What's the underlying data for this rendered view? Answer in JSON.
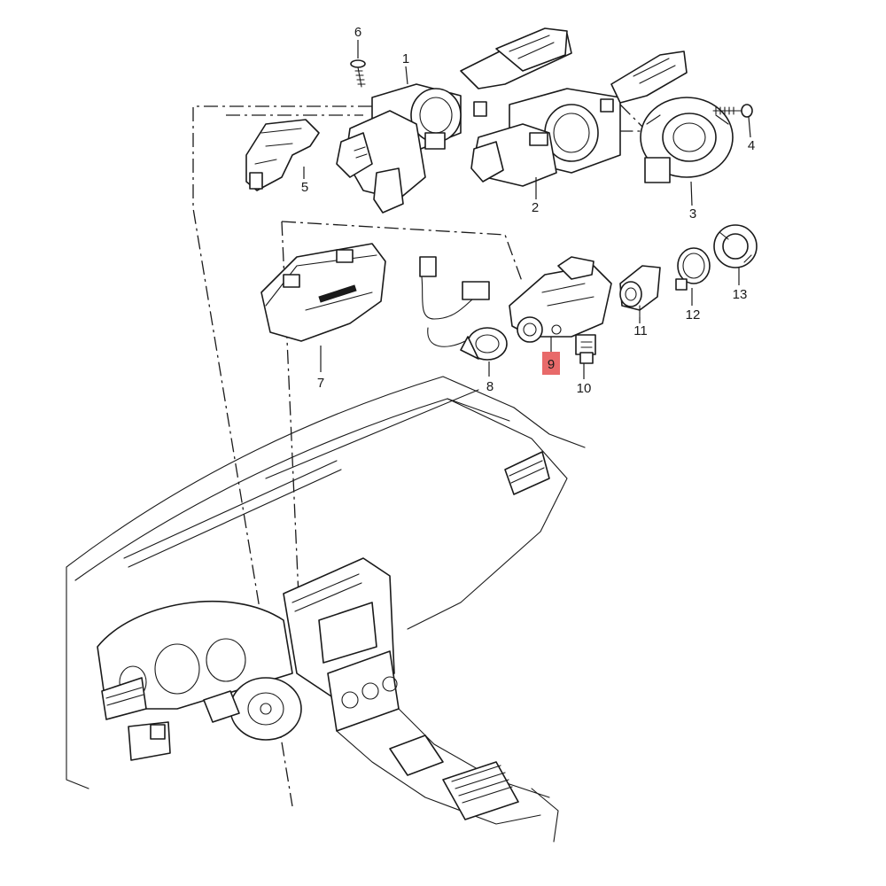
{
  "diagram": {
    "callouts": [
      {
        "id": "1",
        "label": "1"
      },
      {
        "id": "2",
        "label": "2"
      },
      {
        "id": "3",
        "label": "3"
      },
      {
        "id": "4",
        "label": "4"
      },
      {
        "id": "5",
        "label": "5"
      },
      {
        "id": "6",
        "label": "6"
      },
      {
        "id": "7",
        "label": "7"
      },
      {
        "id": "8",
        "label": "8"
      },
      {
        "id": "9",
        "label": "9",
        "highlighted": true
      },
      {
        "id": "10",
        "label": "10"
      },
      {
        "id": "11",
        "label": "11"
      },
      {
        "id": "12",
        "label": "12"
      },
      {
        "id": "13",
        "label": "13"
      }
    ],
    "highlight_color": "#e86a6a"
  }
}
